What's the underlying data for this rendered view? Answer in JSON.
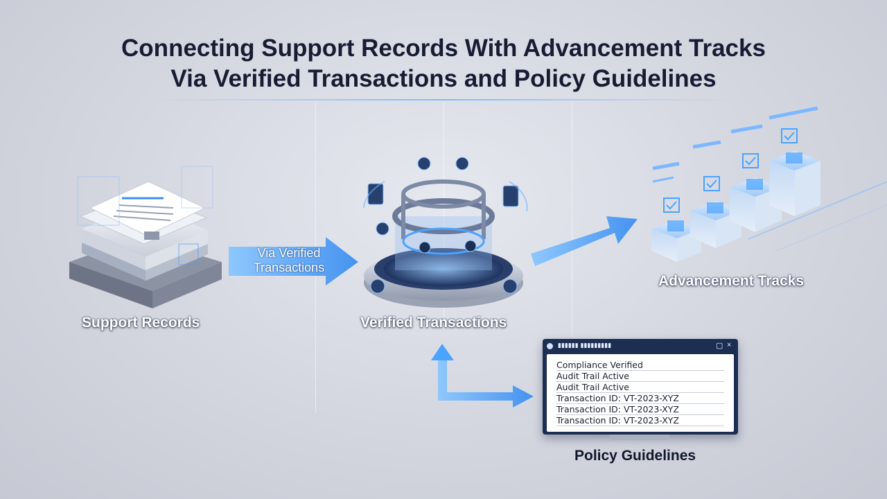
{
  "title": {
    "line1": "Connecting Support Records With Advancement Tracks",
    "line2": "Via Verified Transactions and Policy Guidelines"
  },
  "nodes": {
    "support_records": "Support Records",
    "verified_transactions": "Verified Transactions",
    "advancement_tracks": "Advancement Tracks",
    "policy_guidelines": "Policy Guidelines"
  },
  "arrow_label": {
    "line1": "Via Verified",
    "line2": "Transactions"
  },
  "policy_window": {
    "rows": [
      "Compliance Verified",
      "Audit Trail Active",
      "Audit Trail Active",
      "Transaction ID: VT-2023-XYZ",
      "Transaction ID: VT-2023-XYZ",
      "Transaction ID: VT-2023-XYZ"
    ],
    "icon": "shield-icon"
  },
  "colors": {
    "accent": "#4aa3ff",
    "title": "#161d33",
    "window": "#1c2e52"
  }
}
